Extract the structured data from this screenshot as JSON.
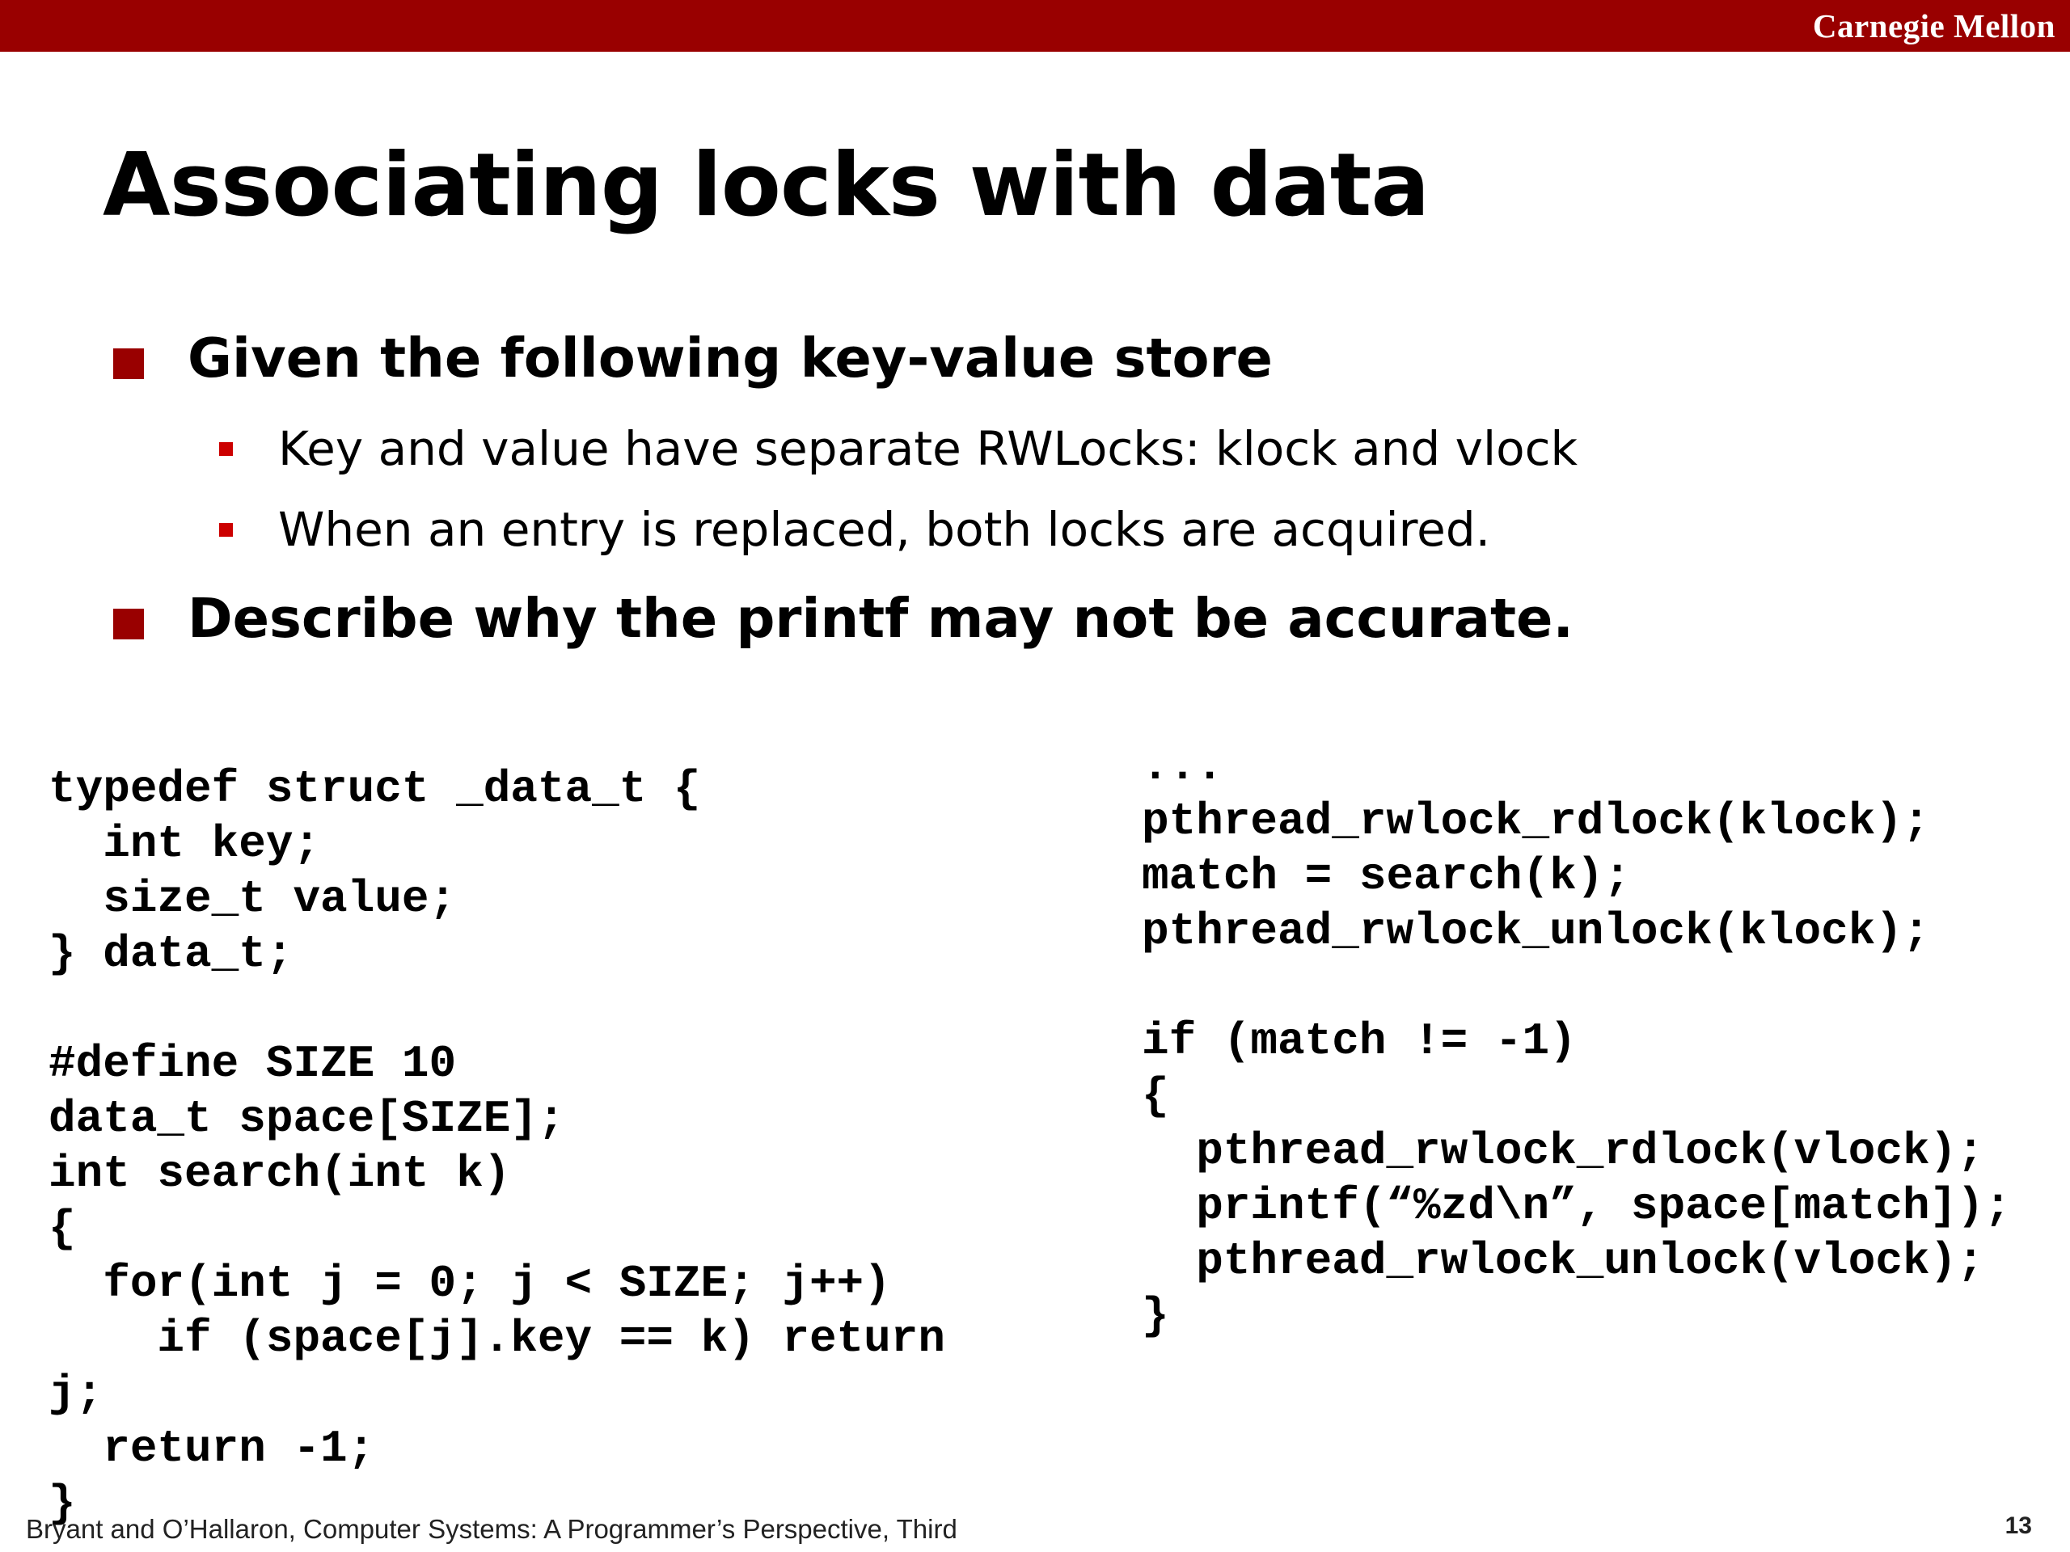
{
  "header": {
    "brand": "Carnegie Mellon"
  },
  "slide": {
    "title": "Associating locks with data",
    "bullets": [
      {
        "text": "Given the following key-value store",
        "sub": [
          "Key and value have separate RWLocks: klock and vlock",
          "When an entry is replaced, both locks are acquired."
        ]
      },
      {
        "text": "Describe why the printf may not be accurate."
      }
    ],
    "code_left": "typedef struct _data_t {\n  int key;\n  size_t value;\n} data_t;\n\n#define SIZE 10\ndata_t space[SIZE];\nint search(int k)\n{\n  for(int j = 0; j < SIZE; j++)\n    if (space[j].key == k) return\nj;\n  return -1;\n}",
    "code_right": "...\npthread_rwlock_rdlock(klock);\nmatch = search(k);\npthread_rwlock_unlock(klock);\n\nif (match != -1)\n{\n  pthread_rwlock_rdlock(vlock);\n  printf(“%zd\\n”, space[match]);\n  pthread_rwlock_unlock(vlock);\n}"
  },
  "footer": {
    "citation": "Bryant and O’Hallaron, Computer Systems: A Programmer’s Perspective, Third",
    "page_number": "13"
  },
  "colors": {
    "brand_bar": "#990000",
    "bullet_square": "#990000",
    "sub_bullet": "#cc0000"
  }
}
